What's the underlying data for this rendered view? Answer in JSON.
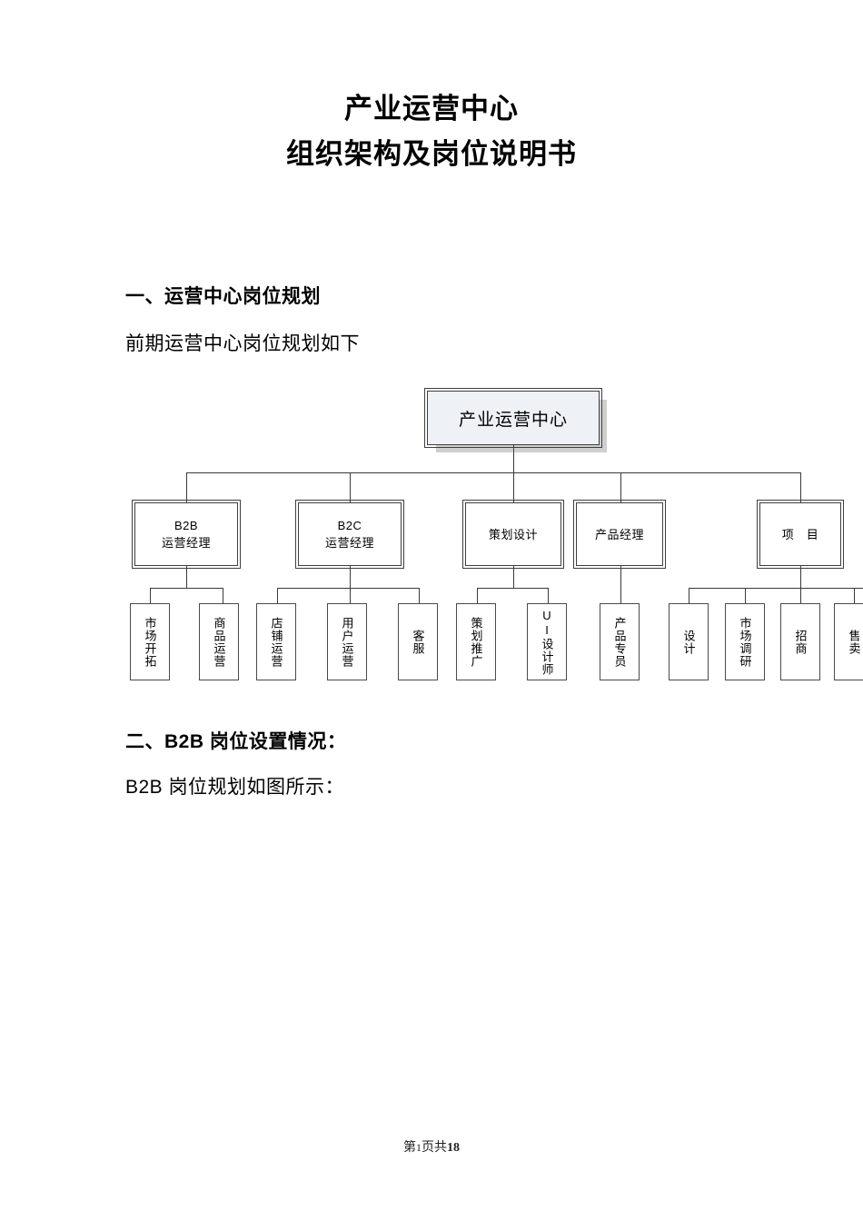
{
  "document": {
    "title_line1": "产业运营中心",
    "title_line2": "组织架构及岗位说明书",
    "section1_heading": "一、运营中心岗位规划",
    "section1_text": "前期运营中心岗位规划如下",
    "section2_heading": "二、B2B 岗位设置情况：",
    "section2_text": "B2B 岗位规划如图所示：",
    "footer_prefix": "第",
    "footer_page": "1",
    "footer_middle": "页共",
    "footer_total": "18"
  },
  "orgchart": {
    "type": "org-tree",
    "root": {
      "label": "产业运营中心",
      "fill": "#eef1f5",
      "border": "#3f3f3f"
    },
    "level2": [
      {
        "label_line1": "B2B",
        "label_line2": "运营经理"
      },
      {
        "label_line1": "B2C",
        "label_line2": "运营经理"
      },
      {
        "label_line1": "策划设计",
        "label_line2": ""
      },
      {
        "label_line1": "产品经理",
        "label_line2": ""
      },
      {
        "label_line1": "项　目",
        "label_line2": ""
      }
    ],
    "leaves": [
      {
        "label": "市场开拓",
        "parent": "B2B运营经理"
      },
      {
        "label": "商品运营",
        "parent": "B2B运营经理"
      },
      {
        "label": "店铺运营",
        "parent": "B2C运营经理"
      },
      {
        "label": "用户运营",
        "parent": "B2C运营经理"
      },
      {
        "label": "客服",
        "parent": "B2C运营经理"
      },
      {
        "label": "策划推广",
        "parent": "策划设计"
      },
      {
        "label": "UI设计师",
        "parent": "策划设计"
      },
      {
        "label": "产品专员",
        "parent": "产品经理"
      },
      {
        "label": "设计",
        "parent": "项目"
      },
      {
        "label": "市场调研",
        "parent": "项目"
      },
      {
        "label": "招商",
        "parent": "项目"
      },
      {
        "label": "售卖",
        "parent": "项目"
      }
    ]
  }
}
